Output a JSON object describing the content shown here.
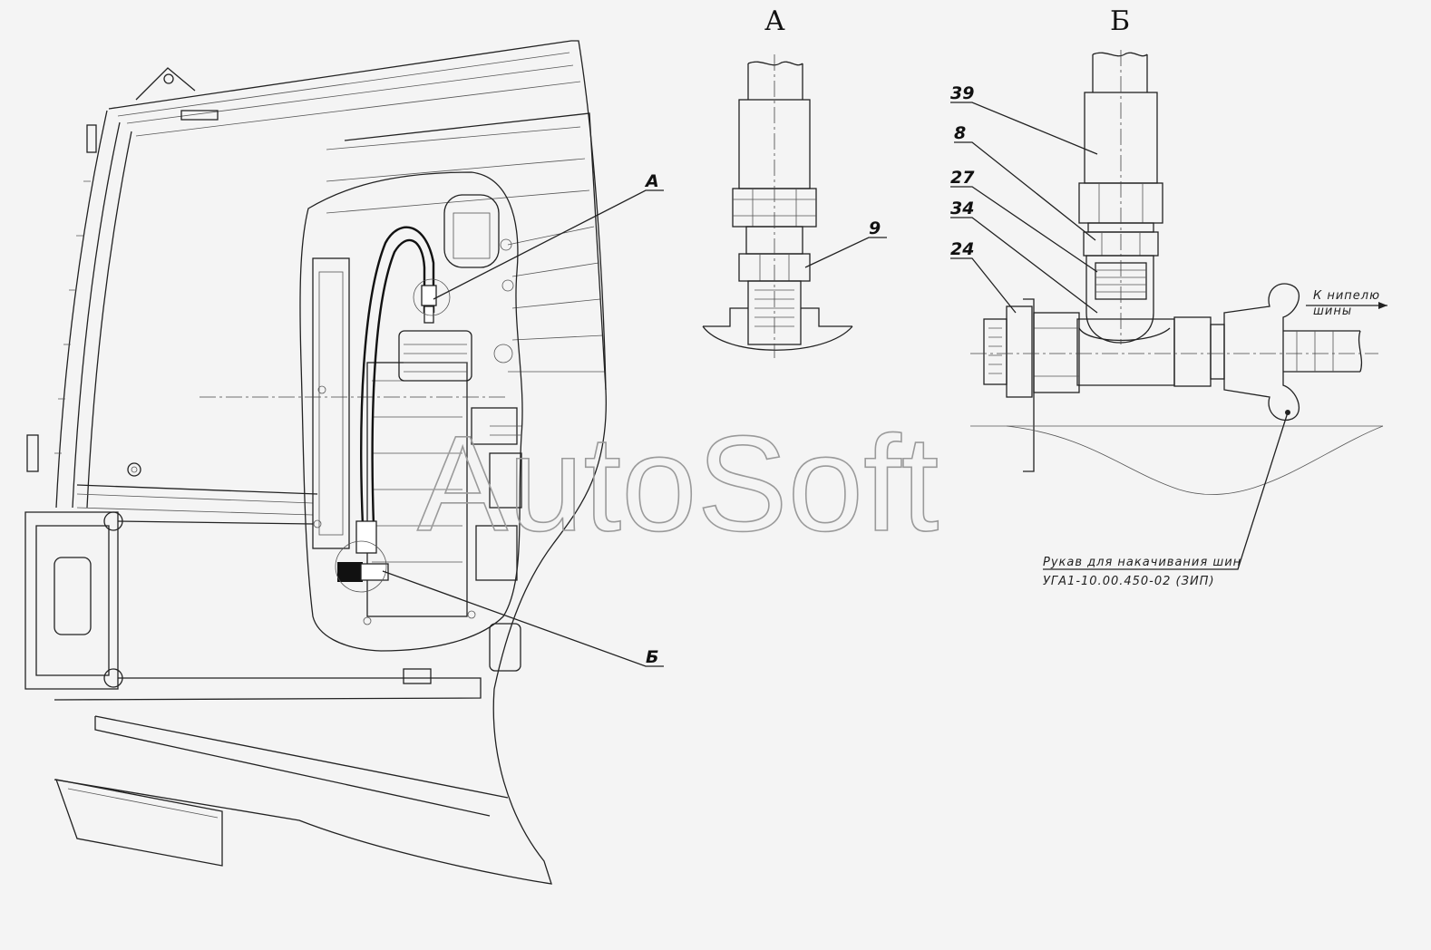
{
  "views": {
    "a_title": "А",
    "b_title": "Б"
  },
  "callouts": {
    "main_a": "А",
    "main_b": "Б",
    "a_9": "9",
    "b_39": "39",
    "b_8": "8",
    "b_27": "27",
    "b_34": "34",
    "b_24": "24"
  },
  "notes": {
    "nipple_line1": "К нипелю",
    "nipple_line2": "шины",
    "hose_line1": "Рукав для накачивания шин",
    "hose_line2": "УГА1-10.00.450-02 (ЗИП)"
  },
  "watermark": "AutoSoft",
  "icons": {
    "arrow": "arrow-right-icon"
  }
}
